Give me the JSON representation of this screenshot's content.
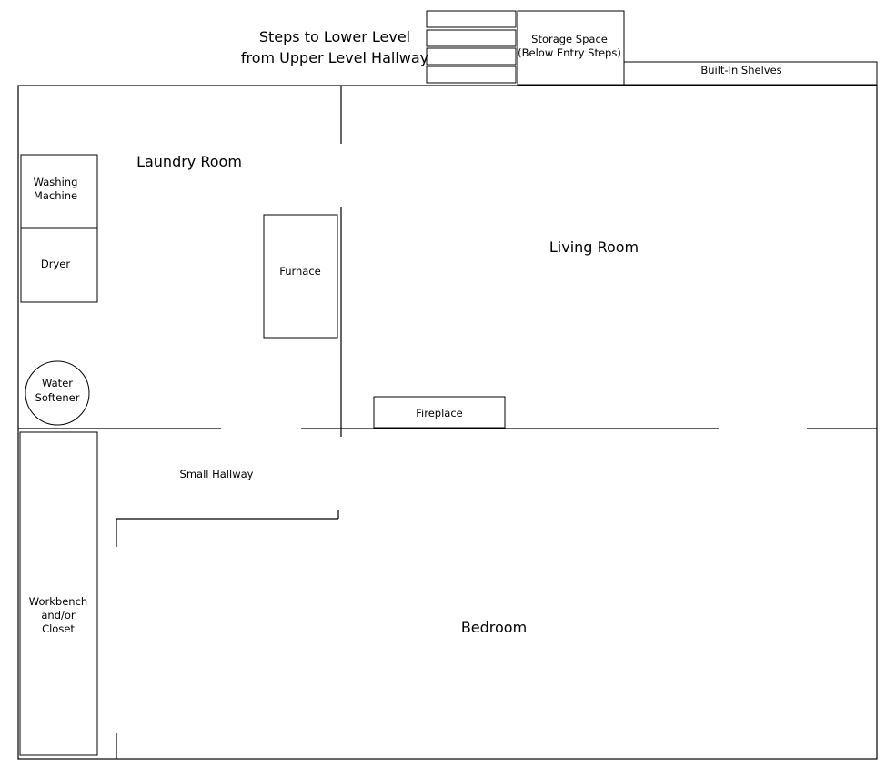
{
  "stairs": {
    "label_line1": "Steps to Lower Level",
    "label_line2": "from Upper Level Hallway"
  },
  "storage": {
    "line1": "Storage Space",
    "line2": "(Below Entry Steps)"
  },
  "shelves": "Built-In Shelves",
  "rooms": {
    "laundry": "Laundry Room",
    "living": "Living Room",
    "bedroom": "Bedroom",
    "hallway": "Small Hallway"
  },
  "fixtures": {
    "washer_line1": "Washing",
    "washer_line2": "Machine",
    "dryer": "Dryer",
    "furnace": "Furnace",
    "softener_line1": "Water",
    "softener_line2": "Softener",
    "fireplace": "Fireplace",
    "workbench_line1": "Workbench",
    "workbench_line2": "and/or",
    "workbench_line3": "Closet"
  }
}
